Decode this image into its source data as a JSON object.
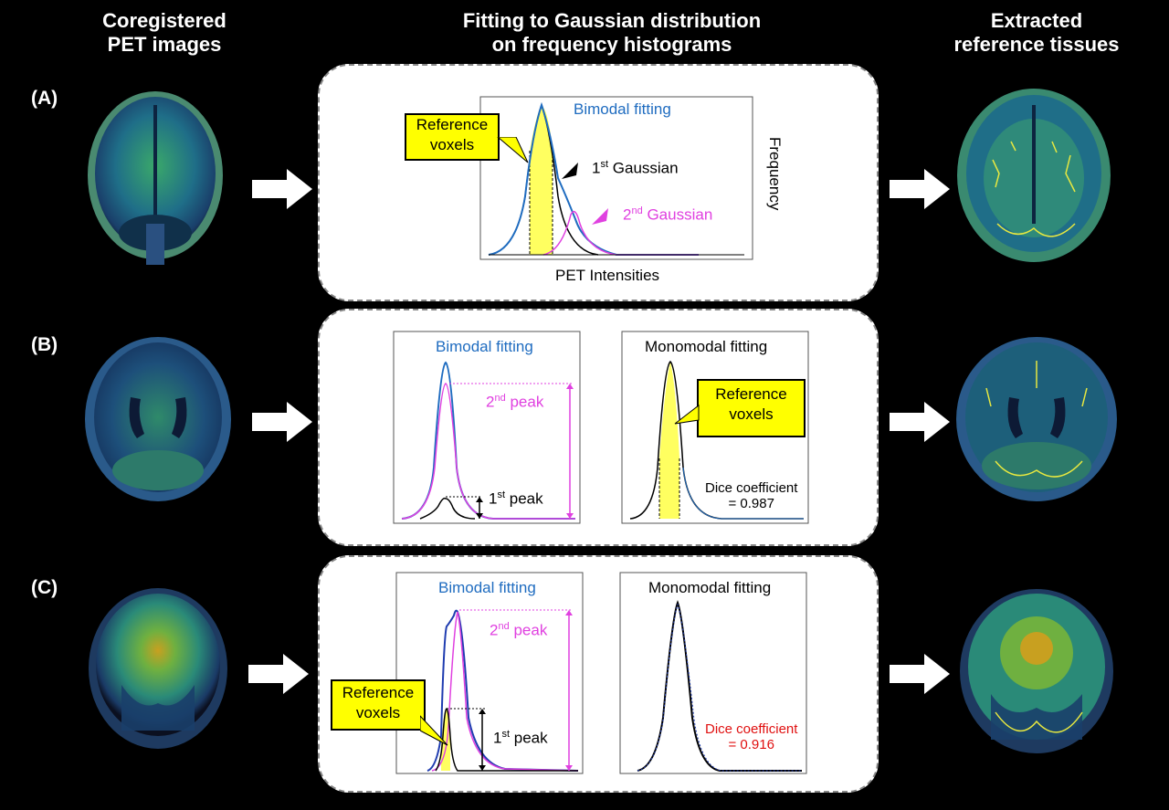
{
  "headers": {
    "left": [
      "Coregistered",
      "PET images"
    ],
    "middle": [
      "Fitting to Gaussian distribution",
      "on  frequency histograms"
    ],
    "right": [
      "Extracted",
      "reference tissues"
    ]
  },
  "rows": [
    {
      "label": "(A)",
      "bimodal": "Bimodal fitting",
      "reference": [
        "Reference",
        "voxels"
      ],
      "first_gaussian": "Gaussian",
      "first_sup": "st",
      "first_num": "1",
      "second_gaussian": "Gaussian",
      "second_sup": "nd",
      "second_num": "2",
      "xlabel": "PET Intensities",
      "ylabel": "Frequency"
    },
    {
      "label": "(B)",
      "bimodal": "Bimodal fitting",
      "monomodal": "Monomodal fitting",
      "second_peak_num": "2",
      "second_peak_sup": "nd",
      "second_peak": "peak",
      "first_peak_num": "1",
      "first_peak_sup": "st",
      "first_peak": "peak",
      "reference": [
        "Reference",
        "voxels"
      ],
      "dice_label": "Dice coefficient",
      "dice_value": "= 0.987"
    },
    {
      "label": "(C)",
      "bimodal": "Bimodal fitting",
      "monomodal": "Monomodal fitting",
      "second_peak_num": "2",
      "second_peak_sup": "nd",
      "second_peak": "peak",
      "first_peak_num": "1",
      "first_peak_sup": "st",
      "first_peak": "peak",
      "reference": [
        "Reference",
        "voxels"
      ],
      "dice_label": "Dice coefficient",
      "dice_value": "= 0.916"
    }
  ],
  "colors": {
    "background": "#000000",
    "bimodal_blue": "#1f6cc0",
    "second_magenta": "#e040e0",
    "reference_yellow": "#ffff00",
    "dice_red": "#e01010"
  }
}
